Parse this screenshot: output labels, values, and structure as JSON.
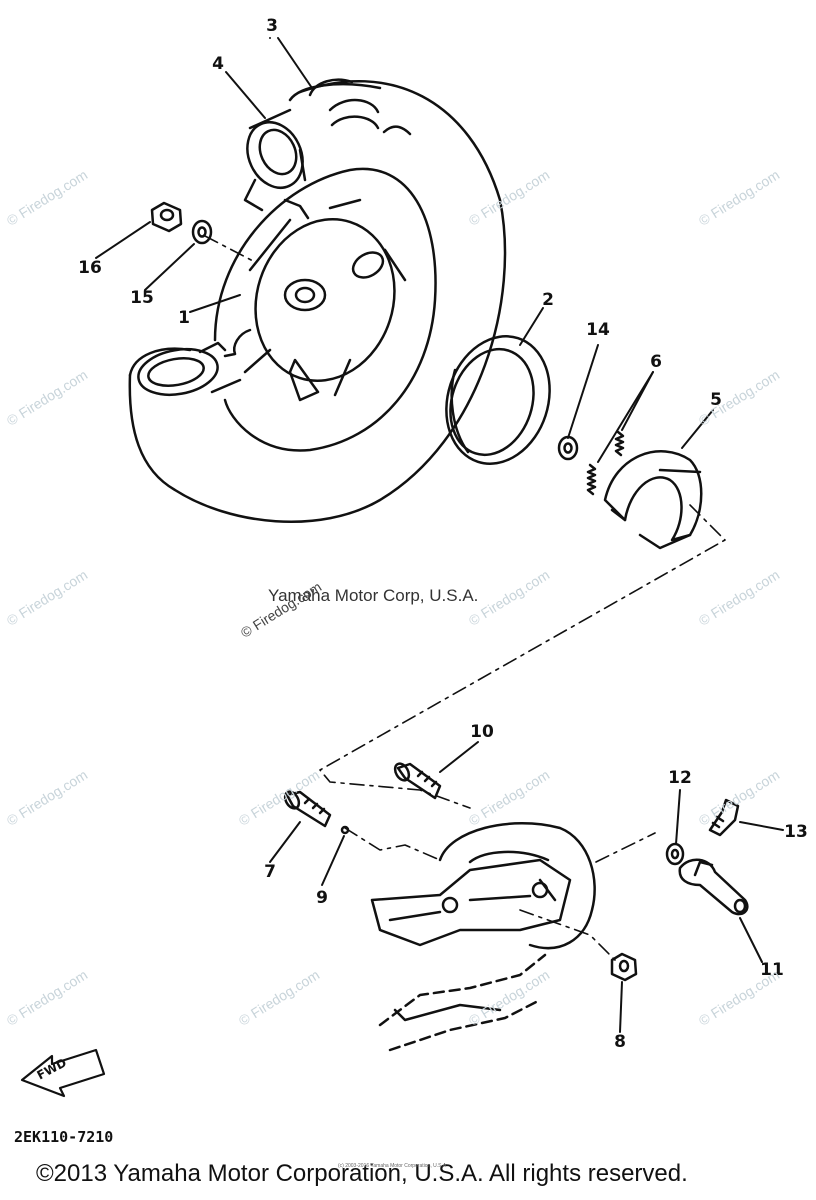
{
  "callouts": [
    {
      "id": "1",
      "label": "1"
    },
    {
      "id": "2",
      "label": "2"
    },
    {
      "id": "3",
      "label": "3"
    },
    {
      "id": "4",
      "label": "4"
    },
    {
      "id": "5",
      "label": "5"
    },
    {
      "id": "6",
      "label": "6"
    },
    {
      "id": "7",
      "label": "7"
    },
    {
      "id": "8",
      "label": "8"
    },
    {
      "id": "9",
      "label": "9"
    },
    {
      "id": "10",
      "label": "10"
    },
    {
      "id": "11",
      "label": "11"
    },
    {
      "id": "12",
      "label": "12"
    },
    {
      "id": "13",
      "label": "13"
    },
    {
      "id": "14",
      "label": "14"
    },
    {
      "id": "15",
      "label": "15"
    },
    {
      "id": "16",
      "label": "16"
    }
  ],
  "center_credit": "Yamaha Motor Corp, U.S.A.",
  "center_watermark": "© Firedog.com",
  "watermark_text": "© Firedog.com",
  "fwd_label": "FWD",
  "part_code": "2EK110-7210",
  "copyright": "©2013 Yamaha Motor Corporation, U.S.A. All rights reserved.",
  "tiny_credit": "(c) 2003-2016 Yamaha Motor Corporation, U.S.A.",
  "colors": {
    "ink": "#111111",
    "watermark": "#c8d4da",
    "background": "#ffffff"
  }
}
